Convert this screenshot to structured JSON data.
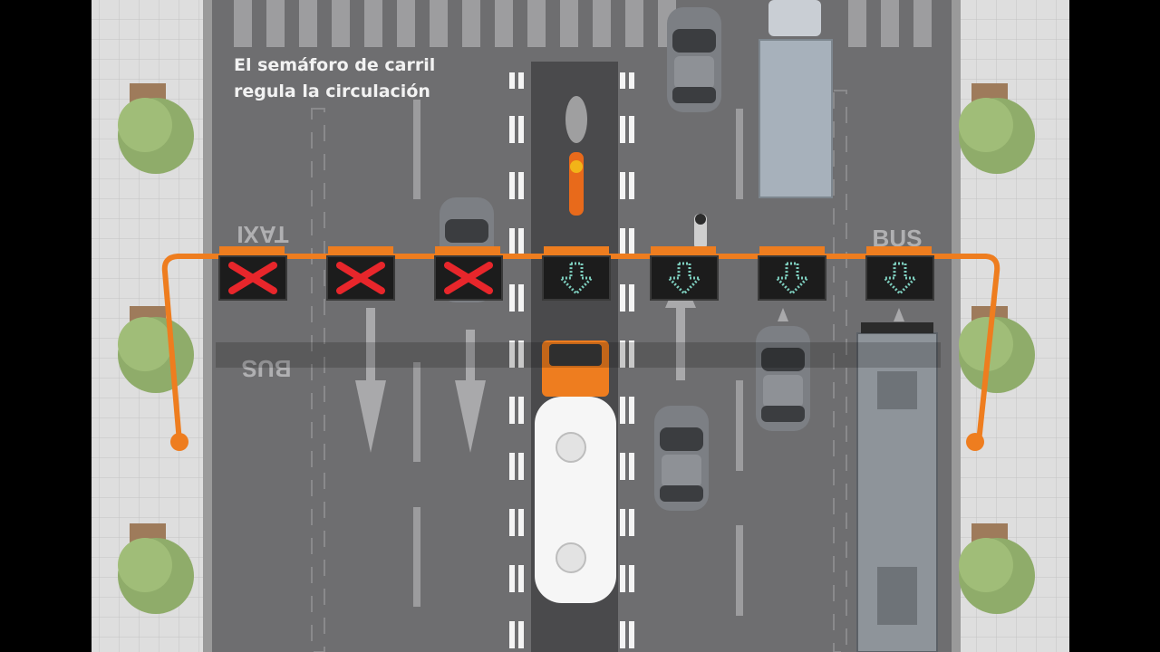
{
  "caption": {
    "line1": "El semáforo de carril",
    "line2": "regula la circulación"
  },
  "road_text": {
    "bus": "BUS",
    "taxi": "TAXI"
  },
  "lane_signals": [
    {
      "lane": 1,
      "state": "closed",
      "icon": "red-x-icon"
    },
    {
      "lane": 2,
      "state": "closed",
      "icon": "red-x-icon"
    },
    {
      "lane": 3,
      "state": "closed",
      "icon": "red-x-icon"
    },
    {
      "lane": 4,
      "state": "open",
      "icon": "green-arrow-down-icon"
    },
    {
      "lane": 5,
      "state": "open",
      "icon": "green-arrow-down-icon"
    },
    {
      "lane": 6,
      "state": "open",
      "icon": "green-arrow-down-icon"
    },
    {
      "lane": 7,
      "state": "open",
      "icon": "green-arrow-down-icon"
    }
  ],
  "colors": {
    "asphalt": "#6e6e70",
    "sidewalk": "#dcdcdc",
    "gantry": "#ee7d1f",
    "signal_red": "#e8262b",
    "signal_green": "#7ecfbf"
  }
}
